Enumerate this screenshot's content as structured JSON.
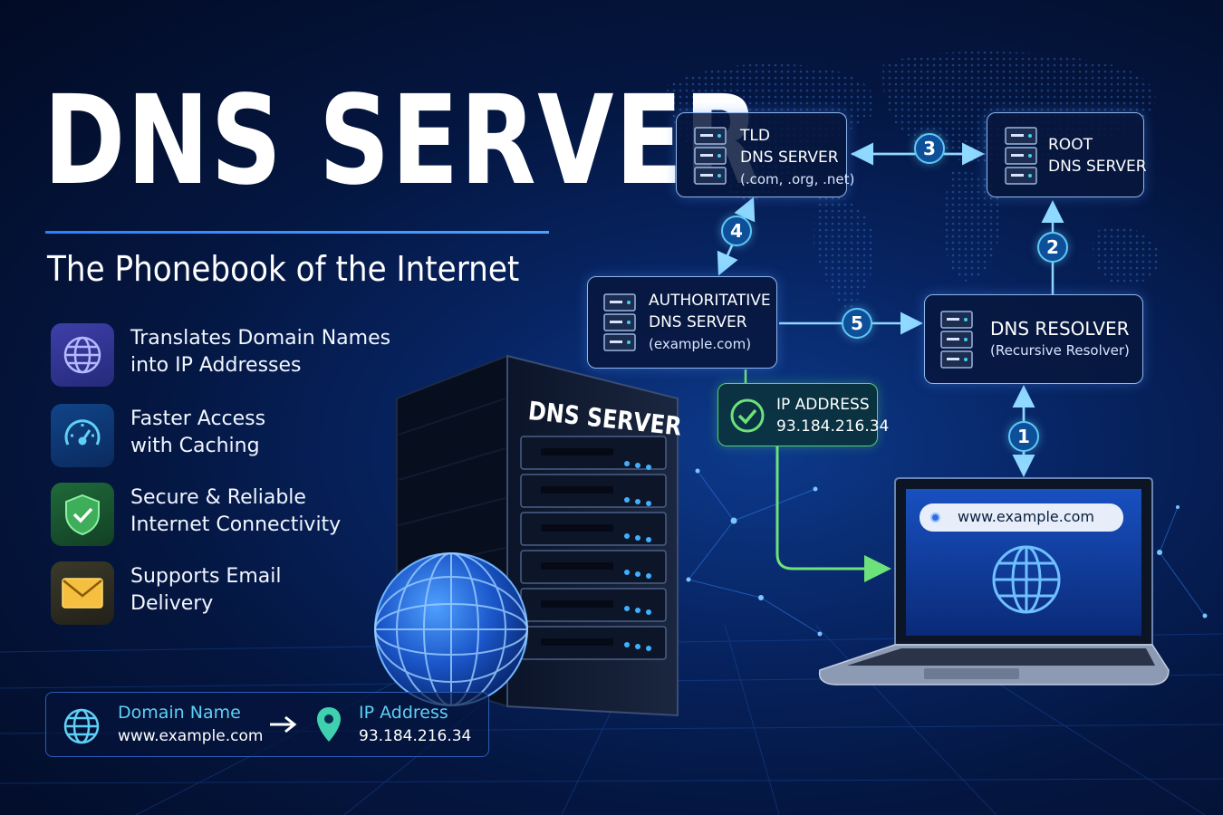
{
  "title": "DNS SERVER",
  "subtitle": "The Phonebook of the Internet",
  "features": [
    {
      "icon": "globe-icon",
      "lines": [
        "Translates Domain Names",
        "into IP Addresses"
      ]
    },
    {
      "icon": "speedometer-icon",
      "lines": [
        "Faster Access",
        "with Caching"
      ]
    },
    {
      "icon": "shield-check-icon",
      "lines": [
        "Secure & Reliable",
        "Internet Connectivity"
      ]
    },
    {
      "icon": "envelope-icon",
      "lines": [
        "Supports Email",
        "Delivery"
      ]
    }
  ],
  "mapping": {
    "domain_label": "Domain Name",
    "domain_value": "www.example.com",
    "ip_label": "IP Address",
    "ip_value": "93.184.216.34"
  },
  "server_label": "DNS SERVER",
  "nodes": {
    "tld": {
      "line1": "TLD",
      "line2": "DNS SERVER",
      "line3": "(.com, .org, .net)"
    },
    "root": {
      "line1": "ROOT",
      "line2": "DNS SERVER"
    },
    "authoritative": {
      "line1": "AUTHORITATIVE",
      "line2": "DNS SERVER",
      "line3": "(example.com)"
    },
    "resolver": {
      "line1": "DNS RESOLVER",
      "line2": "(Recursive Resolver)"
    }
  },
  "ip_result": {
    "label": "IP ADDRESS",
    "value": "93.184.216.34"
  },
  "steps": [
    "1",
    "2",
    "3",
    "4",
    "5"
  ],
  "browser": {
    "url": "www.example.com"
  },
  "colors": {
    "accent_blue": "#2d7fff",
    "step_cyan": "#5ec7f5",
    "success_green": "#53d36b",
    "node_border": "#8fb6ee"
  }
}
